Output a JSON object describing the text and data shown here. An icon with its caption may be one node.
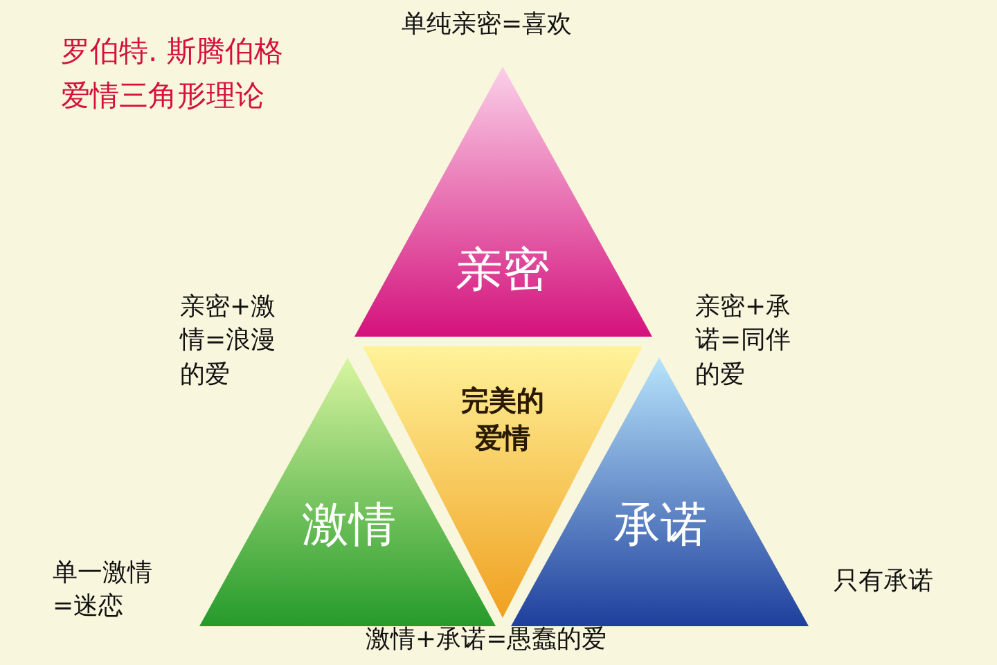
{
  "diagram": {
    "title": "罗伯特. 斯腾伯格爱情三角形理论",
    "nodes": [
      {
        "text": [
          "亲密"
        ]
      },
      {
        "text": [
          "激情"
        ]
      },
      {
        "text": [
          "承诺"
        ]
      },
      {
        "text": [
          "完美的爱情"
        ]
      }
    ],
    "labels": [
      "单纯亲密=喜欢",
      "亲密+激情=浪漫的爱",
      "亲密+承诺=同伴的爱",
      "单一激情=迷恋",
      "只有承诺",
      "激情+承诺=愚蠢的爱"
    ]
  }
}
